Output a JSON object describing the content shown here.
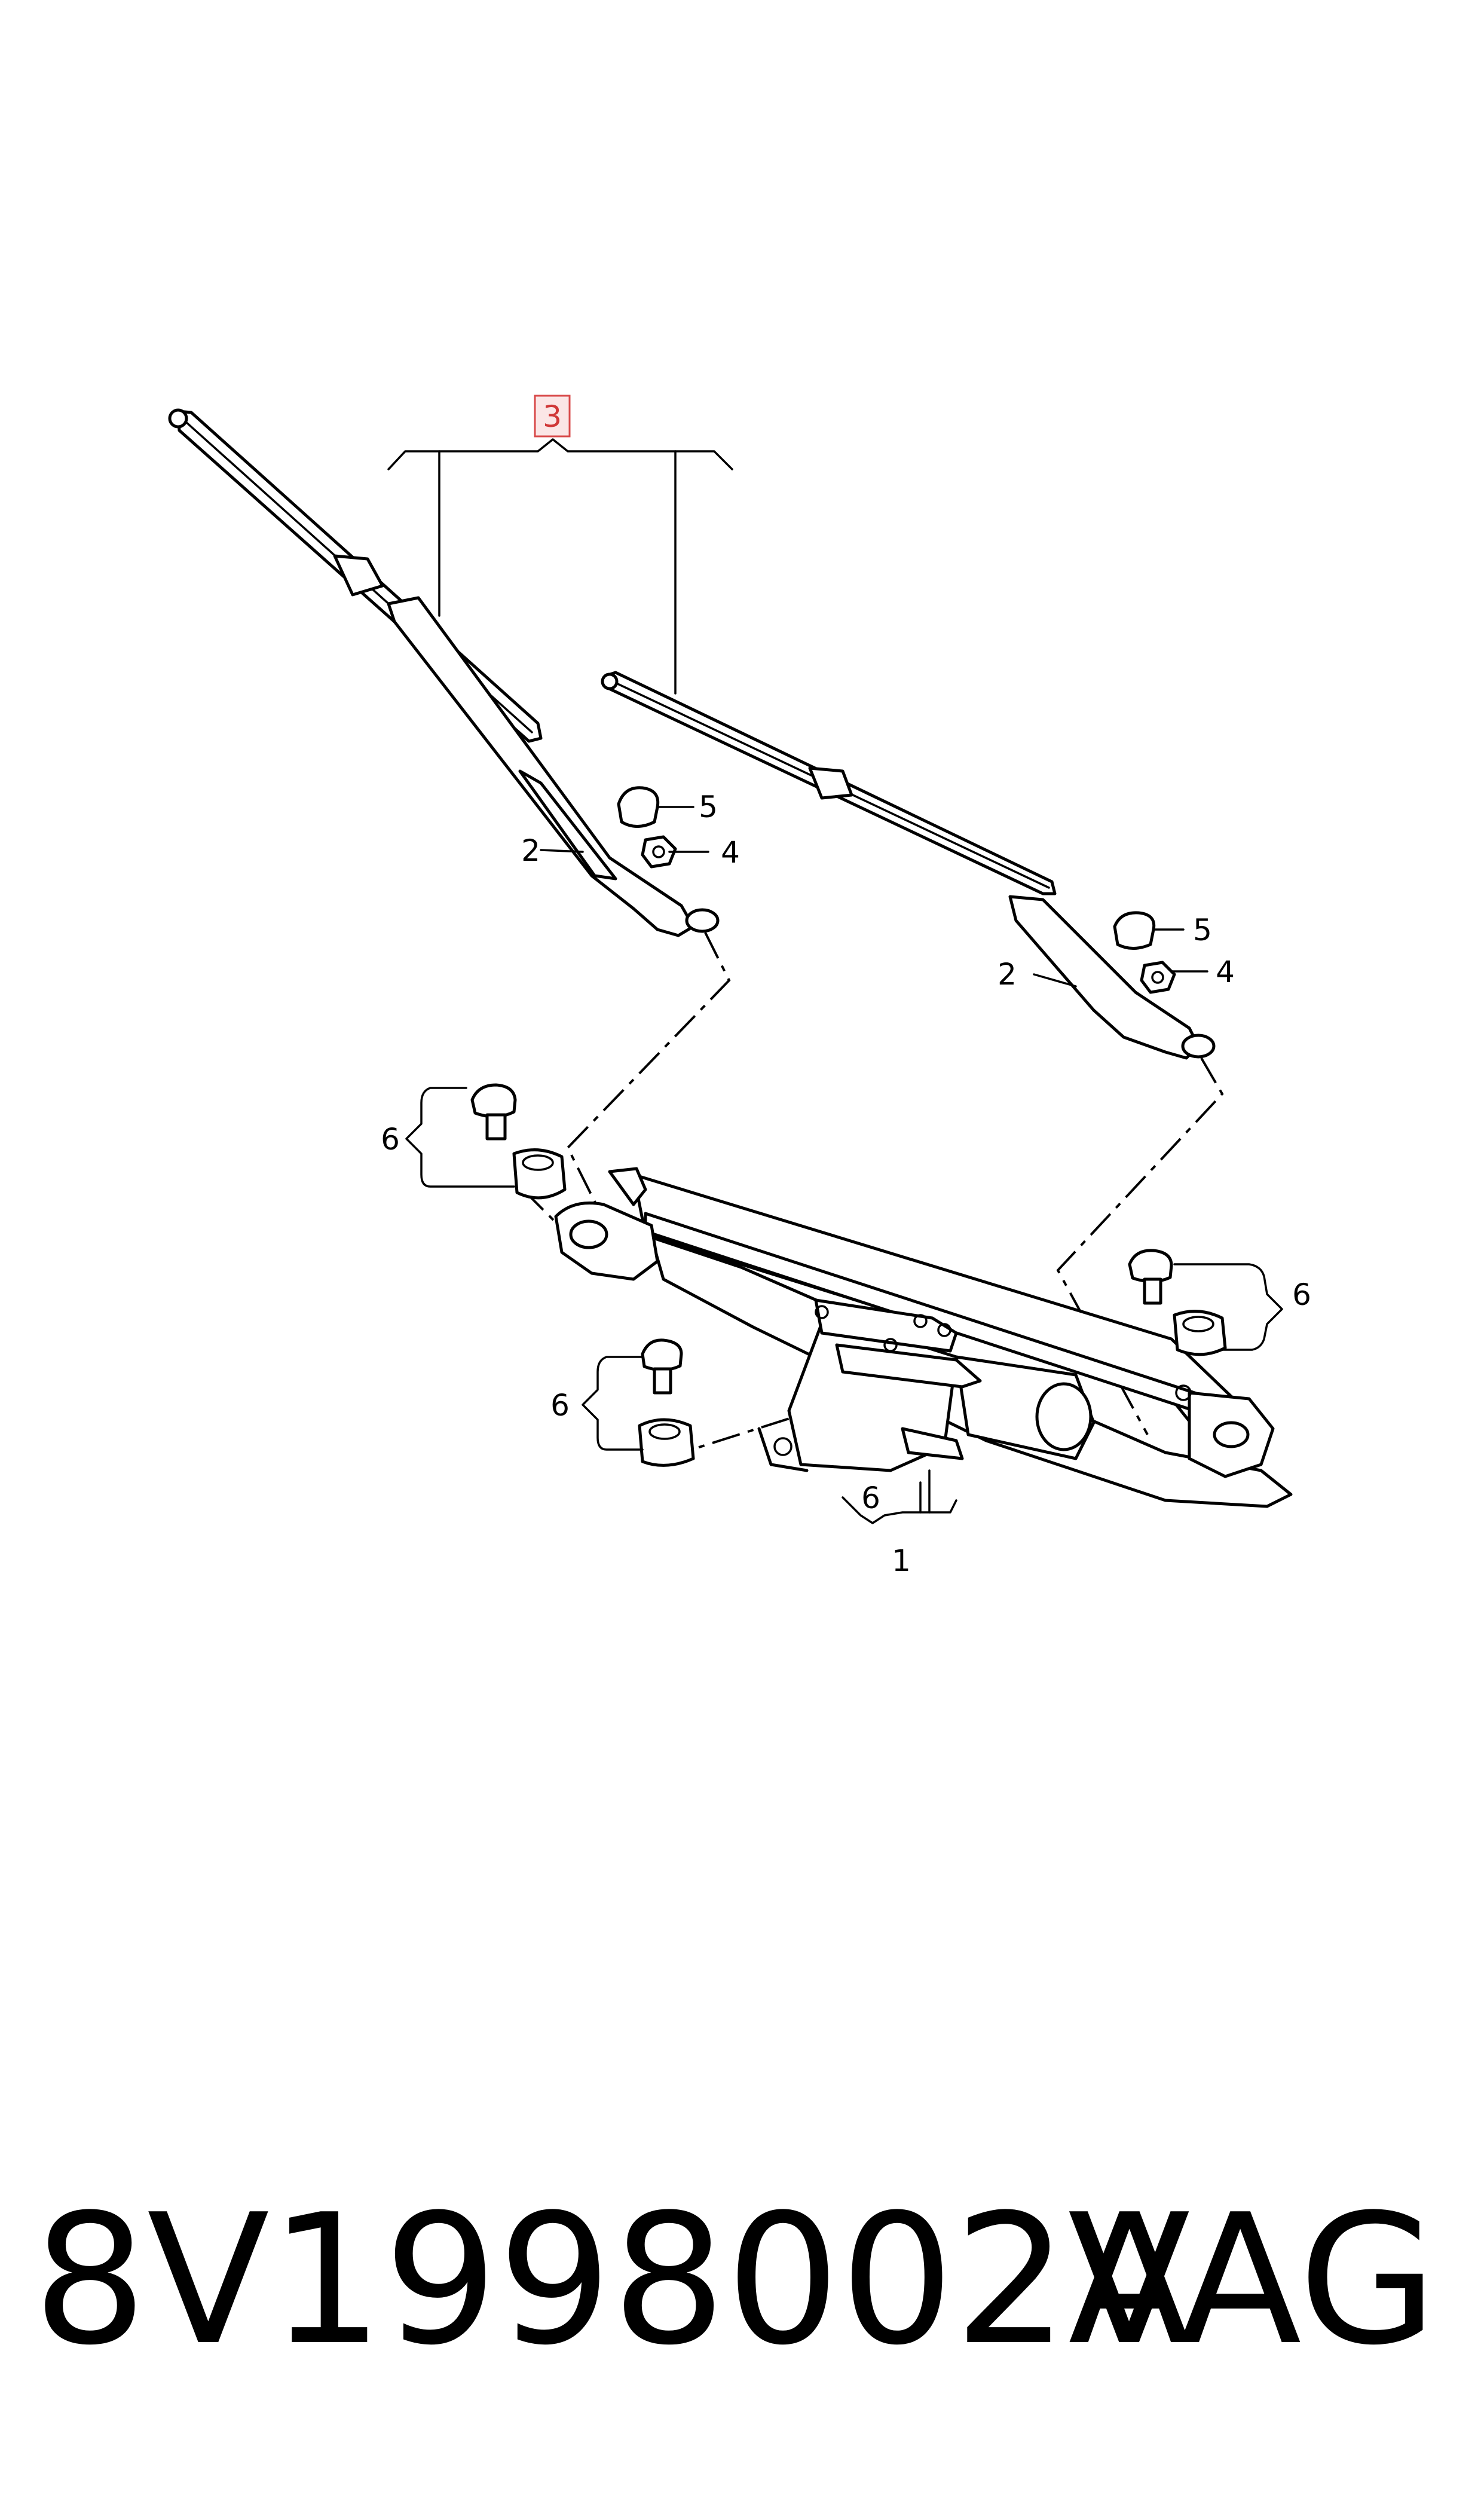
{
  "callouts": {
    "c1": "1",
    "c2a": "2",
    "c2b": "2",
    "c3": "3",
    "c4a": "4",
    "c4b": "4",
    "c5a": "5",
    "c5b": "5",
    "c6a": "6",
    "c6b": "6",
    "c6c": "6",
    "c6d": "6"
  },
  "highlight_color": "#d84a4a",
  "footer": {
    "part_number": "8V1998002A",
    "brand": "VAG"
  }
}
